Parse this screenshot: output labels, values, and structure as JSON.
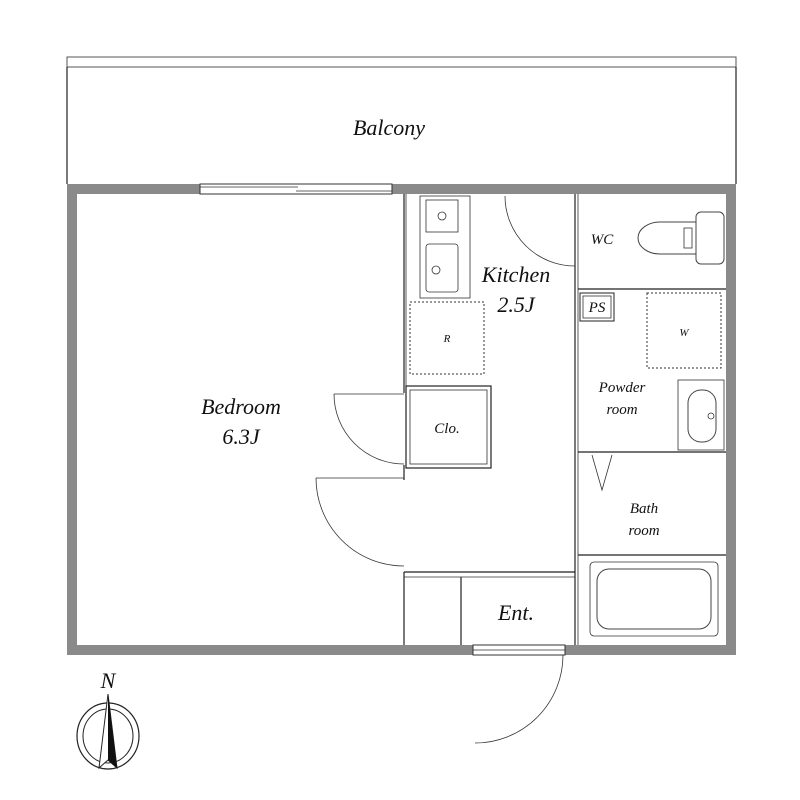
{
  "rooms": {
    "balcony": "Balcony",
    "bedroom_name": "Bedroom",
    "bedroom_size": "6.3J",
    "kitchen_name": "Kitchen",
    "kitchen_size": "2.5J",
    "wc": "WC",
    "ps": "PS",
    "washer": "W",
    "refrigerator": "R",
    "closet": "Clo.",
    "powder_line1": "Powder",
    "powder_line2": "room",
    "bath_line1": "Bath",
    "bath_line2": "room",
    "entrance": "Ent."
  },
  "compass": {
    "north_label": "N"
  },
  "colors": {
    "wall": "#8a8a8a",
    "line": "#222222",
    "background": "#ffffff"
  }
}
